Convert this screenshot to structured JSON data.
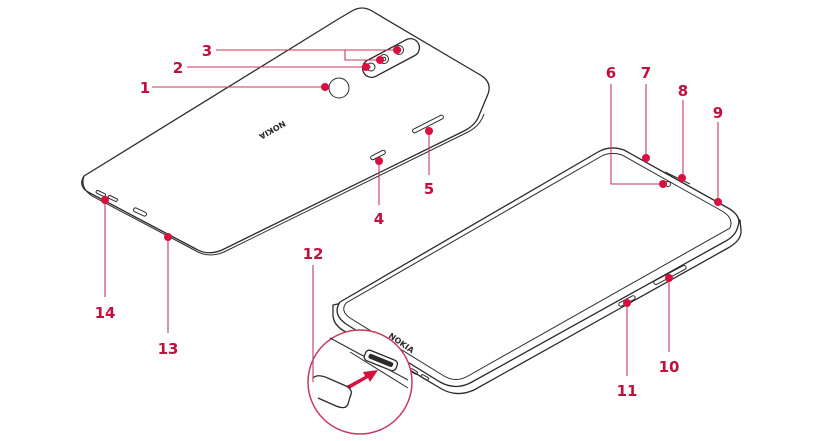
{
  "brand_logo": "NOKIA",
  "accent_color": "#d6103f",
  "callouts": [
    {
      "number": "1"
    },
    {
      "number": "2"
    },
    {
      "number": "3"
    },
    {
      "number": "4"
    },
    {
      "number": "5"
    },
    {
      "number": "6"
    },
    {
      "number": "7"
    },
    {
      "number": "8"
    },
    {
      "number": "9"
    },
    {
      "number": "10"
    },
    {
      "number": "11"
    },
    {
      "number": "12"
    },
    {
      "number": "13"
    },
    {
      "number": "14"
    }
  ]
}
